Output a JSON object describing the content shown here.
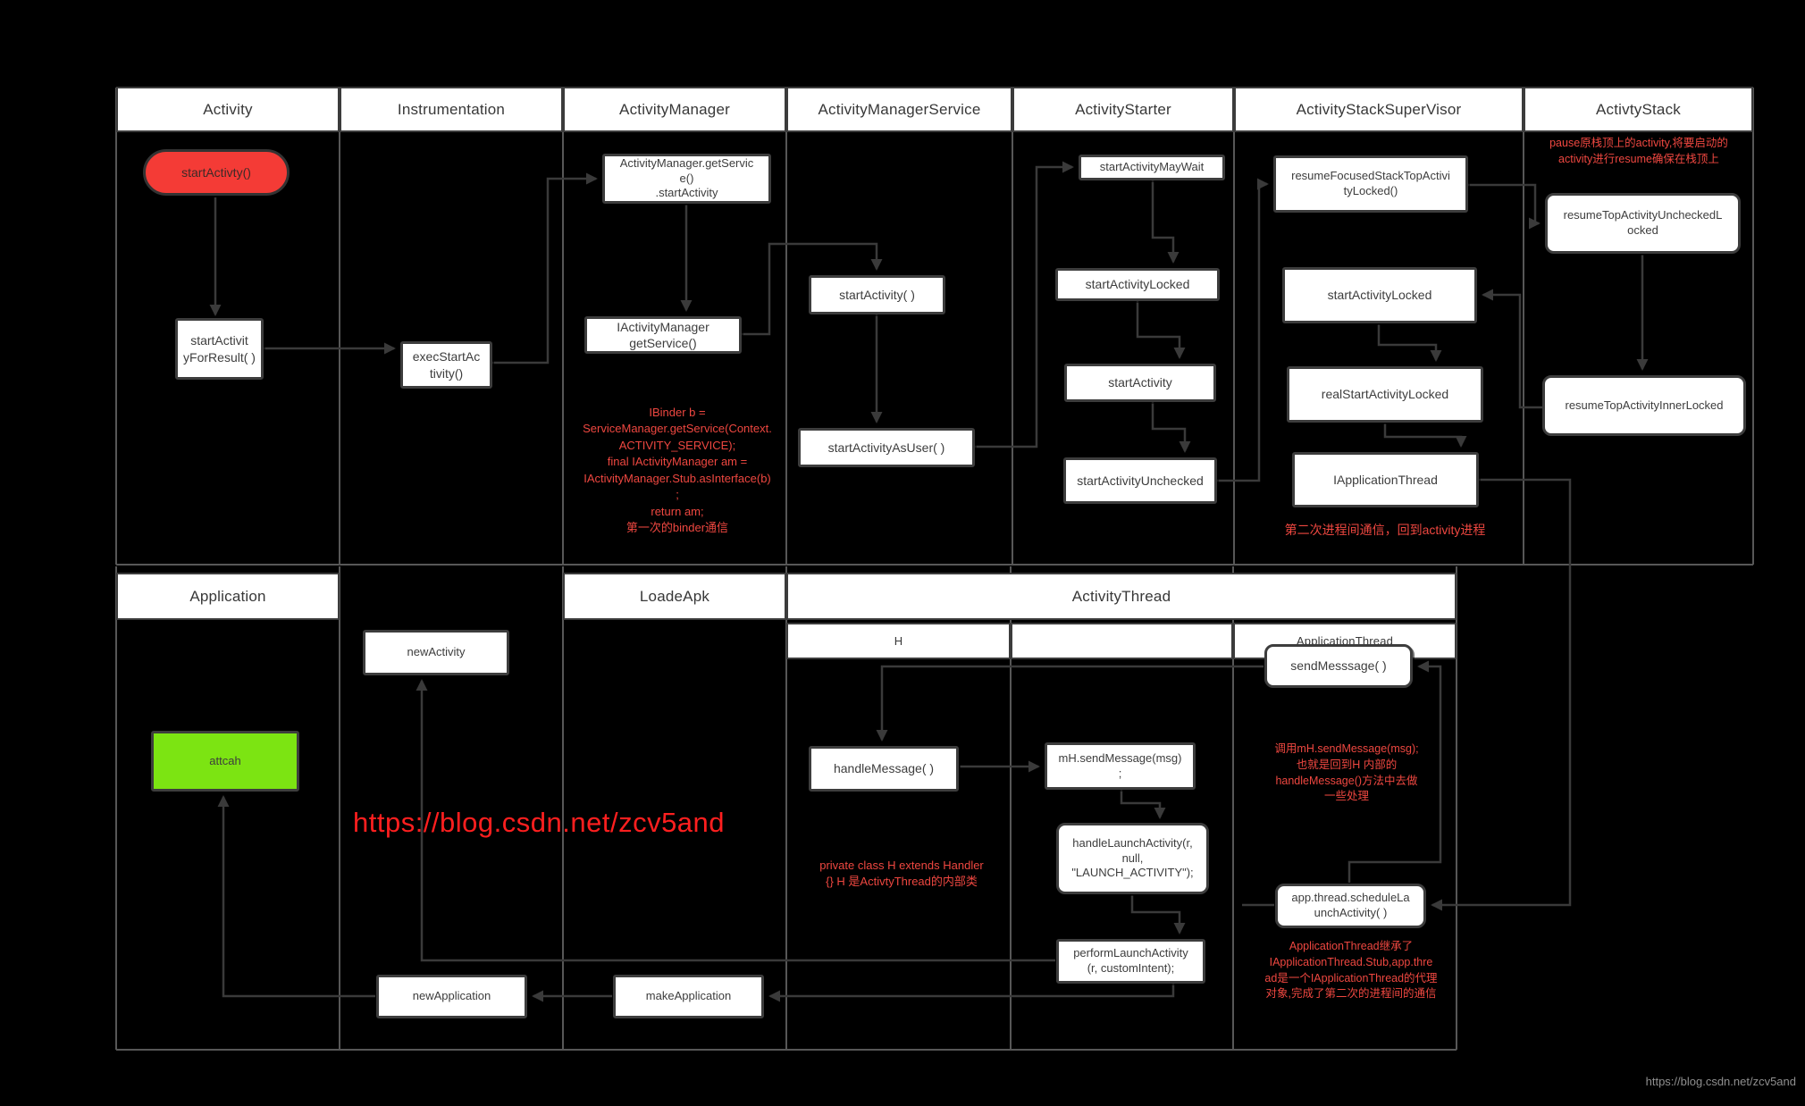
{
  "top_headers": [
    "Activity",
    "Instrumentation",
    "ActivityManager",
    "ActivityManagerService",
    "ActivityStarter",
    "ActivityStackSuperVisor",
    "ActivtyStack"
  ],
  "bottom_headers": {
    "application": "Application",
    "loadeapk": "LoadeApk",
    "activitythread": "ActivityThread",
    "sub_h": "H",
    "sub_applicationthread": "ApplicationThread"
  },
  "nodes": {
    "startActivty": "startActivty()",
    "startActivityForResult": "startActivit\nyForResult( )",
    "execStartActivity": "execStartAc\ntivity()",
    "amGetService": "ActivityManager.getServic\ne()\n.startActivity",
    "iActivityManagerGetService": "IActivityManager\ngetService()",
    "amsStartActivity": "startActivity( )",
    "startActivityAsUser": "startActivityAsUser( )",
    "startActivityMayWait": "startActivityMayWait",
    "starterStartActivityLocked": "startActivityLocked",
    "starterStartActivity": "startActivity",
    "startActivityUnchecked": "startActivityUnchecked",
    "resumeFocusedStackTopActivityLocked": "resumeFocusedStackTopActivi\ntyLocked()",
    "supStartActivityLocked": "startActivityLocked",
    "realStartActivityLocked": "realStartActivityLocked",
    "iApplicationThread": "IApplicationThread",
    "resumeTopActivityUncheckedLocked": "resumeTopActivityUncheckedL\nocked",
    "resumeTopActivityInnerLocked": "resumeTopActivityInnerLocked",
    "newActivity": "newActivity",
    "attcah": "attcah",
    "sendMesssage": "sendMesssage( )",
    "handleMessage": "handleMessage( )",
    "mhSendMessage": "mH.sendMessage(msg)\n;",
    "handleLaunchActivity": "handleLaunchActivity(r,\nnull,\n\"LAUNCH_ACTIVITY\");",
    "performLaunchActivity": "performLaunchActivity\n(r, customIntent);",
    "appThreadScheduleLaunchActivity": "app.thread.scheduleLa\nunchActivity( )",
    "newApplication": "newApplication",
    "makeApplication": "makeApplication"
  },
  "notes": {
    "binder_ipc1": "IBinder b =\nServiceManager.getService(Context.\nACTIVITY_SERVICE);\nfinal IActivityManager am =\nIActivityManager.Stub.asInterface(b)\n;\nreturn am;\n第一次的binder通信",
    "pause_stack": "pause原栈顶上的activity,将要启动的\nactivity进行resume确保在栈顶上",
    "second_ipc": "第二次进程间通信，回到activity进程",
    "call_mh": "调用mH.sendMessage(msg);\n也就是回到H 内部的\nhandleMessage()方法中去做\n一些处理",
    "private_h": "private class H extends Handler\n{} H 是ActivtyThread的内部类",
    "app_thread_proxy": "ApplicationThread继承了\nIApplicationThread.Stub,app.thre\nad是一个IApplicationThread的代理\n对象,完成了第二次的进程间的通信"
  },
  "watermark": {
    "center": "https://blog.csdn.net/zcv5and",
    "corner": "https://blog.csdn.net/zcv5and"
  },
  "colors": {
    "background": "#000000",
    "node_fill": "#ffffff",
    "node_border": "#3d3d3d",
    "node_red": "#f43b36",
    "node_green": "#7ce412",
    "note_red": "#ee4740",
    "watermark_red": "#ff1f1f",
    "grid_line": "#575757",
    "connector": "#3a3a3a"
  }
}
